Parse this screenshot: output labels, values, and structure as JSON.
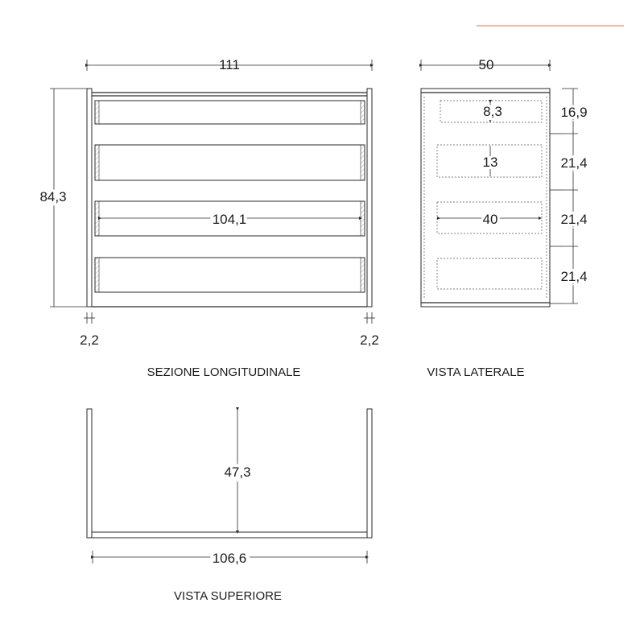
{
  "colors": {
    "accent_line": "#e8a48c",
    "ink": "#2a2a2a"
  },
  "views": {
    "longitudinal": {
      "caption": "SEZIONE LONGITUDINALE",
      "width": "111",
      "height": "84,3",
      "inner_width": "104,1",
      "side_left": "2,2",
      "side_right": "2,2"
    },
    "lateral": {
      "caption": "VISTA LATERALE",
      "depth": "50",
      "drawer_height": "8,3",
      "drawer_inner": "13",
      "drawer_depth": "40",
      "rows": [
        "16,9",
        "21,4",
        "21,4",
        "21,4"
      ]
    },
    "top": {
      "caption": "VISTA SUPERIORE",
      "depth": "47,3",
      "width": "106,6"
    }
  }
}
